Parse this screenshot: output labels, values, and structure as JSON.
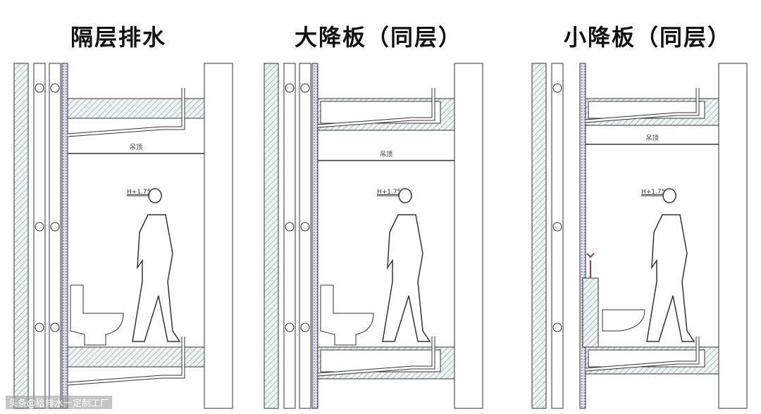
{
  "panels": [
    {
      "title": "隔层排水",
      "ceiling_label": "吊顶",
      "elevation_label": "H+1.75"
    },
    {
      "title": "大降板（同层）",
      "ceiling_label": "吊顶",
      "elevation_label": "H+1.75"
    },
    {
      "title": "小降板（同层）",
      "ceiling_label": "吊顶",
      "elevation_label": "H+1.75"
    }
  ],
  "watermark": "头条@给排水一定制工厂",
  "colors": {
    "line": "#333333",
    "hatch": "#7a9a9a",
    "marker": "#e8e000"
  }
}
